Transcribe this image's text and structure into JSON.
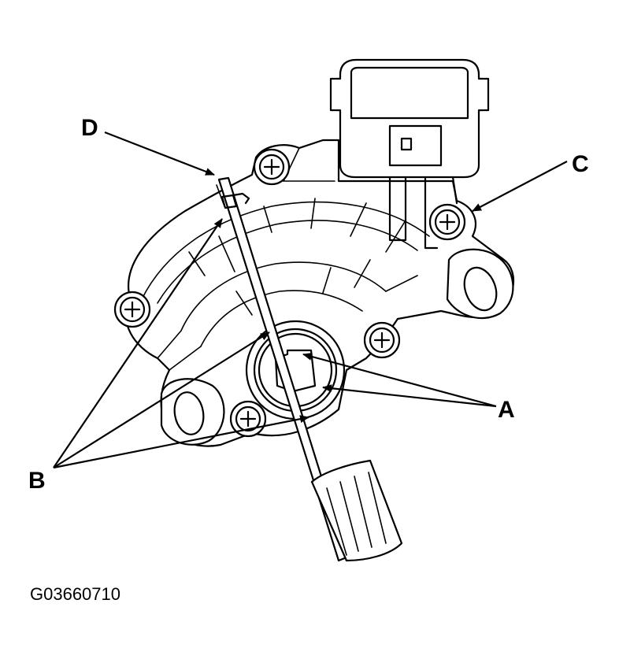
{
  "labels": {
    "a": "A",
    "b": "B",
    "c": "C",
    "d": "D"
  },
  "figure_code": "G03660710",
  "colors": {
    "ink": "#000000",
    "paper": "#ffffff"
  }
}
